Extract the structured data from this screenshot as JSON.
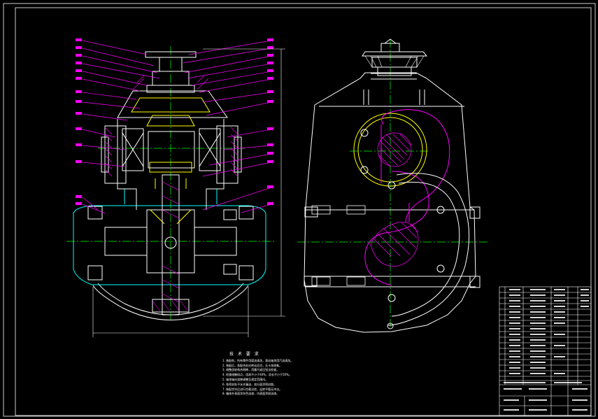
{
  "drawing": {
    "type": "cad-assembly",
    "views": [
      "cross-section",
      "side-elevation"
    ],
    "background": "#000000",
    "colors": {
      "outline": "#ffffff",
      "centerline": "#00ff00",
      "leader": "#ff00ff",
      "hatch": "#ff00ff",
      "gear": "#ffff00",
      "casting": "#00ffff",
      "dimension": "#ffffff"
    }
  },
  "tech_notes": {
    "title": "技 术 要 求",
    "lines": [
      "1. 装配前，所有零件用煤油清洗，滚动轴承用汽油清洗。",
      "2. 装配后，各配合处应转动灵活，无卡滞现象。",
      "3. 调整齿轮啮合侧隙，用塞尺或压铅法检查。",
      "4. 检查接触斑点，齿高不小于40%，齿长不小于50%。",
      "5. 轴承轴向游隙调整至规定范围内。",
      "6. 各密封处不允许漏油，剖分面涂密封胶。",
      "7. 装配完毕后进行空载试验，运转平稳无冲击。",
      "8. 箱体外表面涂灰色油漆，内表面涂耐油漆。"
    ]
  }
}
